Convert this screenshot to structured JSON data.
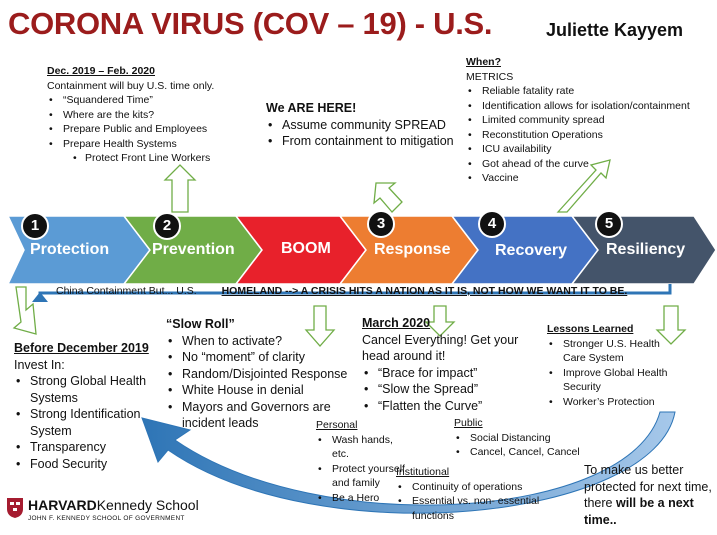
{
  "header": {
    "title": "CORONA VIRUS (COV – 19) - U.S.",
    "author": "Juliette Kayyem"
  },
  "dec": {
    "heading": "Dec. 2019 – Feb. 2020",
    "intro": "Containment will buy U.S. time only.",
    "items": [
      "“Squandered Time”",
      "Where are the kits?",
      "Prepare Public and Employees",
      "Prepare Health Systems"
    ],
    "sub": "Protect Front Line Workers"
  },
  "here": {
    "heading": "We ARE HERE!",
    "items": [
      "Assume community SPREAD",
      "From containment to mitigation"
    ]
  },
  "when": {
    "heading": "When?",
    "metrics": "METRICS",
    "items": [
      "Reliable fatality rate",
      "Identification allows for isolation/containment",
      "Limited community spread",
      "Reconstitution Operations",
      "ICU availability",
      "Got ahead of the curve",
      "Vaccine"
    ]
  },
  "stages": [
    {
      "num": "1",
      "label": "Protection",
      "color": "#5b9bd5"
    },
    {
      "num": "2",
      "label": "Prevention",
      "color": "#70ad47"
    },
    {
      "num": "",
      "label": "BOOM",
      "color": "#e8212b"
    },
    {
      "num": "3",
      "label": "Response",
      "color": "#ed7d31"
    },
    {
      "num": "4",
      "label": "Recovery",
      "color": "#4472c4"
    },
    {
      "num": "5",
      "label": "Resiliency",
      "color": "#44546a"
    }
  ],
  "homeland": {
    "left": "China Containment But... U.S.",
    "right": "HOMELAND --> A CRISIS HITS A NATION AS IT IS, NOT HOW WE WANT IT TO BE."
  },
  "before": {
    "heading": "Before December 2019",
    "intro": "Invest In:",
    "items": [
      "Strong Global Health Systems",
      "Strong Identification System",
      "Transparency",
      "Food Security"
    ]
  },
  "slow": {
    "heading": "“Slow Roll”",
    "items": [
      "When to activate?",
      "No “moment” of clarity",
      "Random/Disjointed Response",
      "White House in denial",
      "Mayors and Governors are incident leads"
    ]
  },
  "march": {
    "heading": "March 2020",
    "intro": "Cancel Everything! Get your head around it!",
    "items": [
      "“Brace for impact”",
      "“Slow the Spread”",
      "“Flatten the Curve”"
    ]
  },
  "personal": {
    "heading": "Personal",
    "items": [
      "Wash hands, etc.",
      "Protect yourself and family",
      "Be a Hero"
    ]
  },
  "public": {
    "heading": "Public",
    "items": [
      "Social Distancing",
      "Cancel, Cancel, Cancel"
    ]
  },
  "institutional": {
    "heading": "Institutional",
    "items": [
      "Continuity of operations",
      "Essential vs. non- essential functions"
    ]
  },
  "lessons": {
    "heading": "Lessons Learned",
    "items": [
      "Stronger U.S. Health Care System",
      "Improve Global Health Security",
      "Worker’s Protection"
    ]
  },
  "closing": {
    "a": "To make us better protected for next time, there ",
    "b": "will be a next time..",
    "c": ""
  },
  "logo": {
    "brand1": "HARVARD",
    "brand2": "Kennedy School",
    "subline": "JOHN F. KENNEDY SCHOOL OF GOVERNMENT"
  },
  "colors": {
    "title": "#9b1c1c",
    "loop_arrow": "#2e75b6",
    "outline_arrows": "#70ad47",
    "crimson": "#a51c30"
  }
}
